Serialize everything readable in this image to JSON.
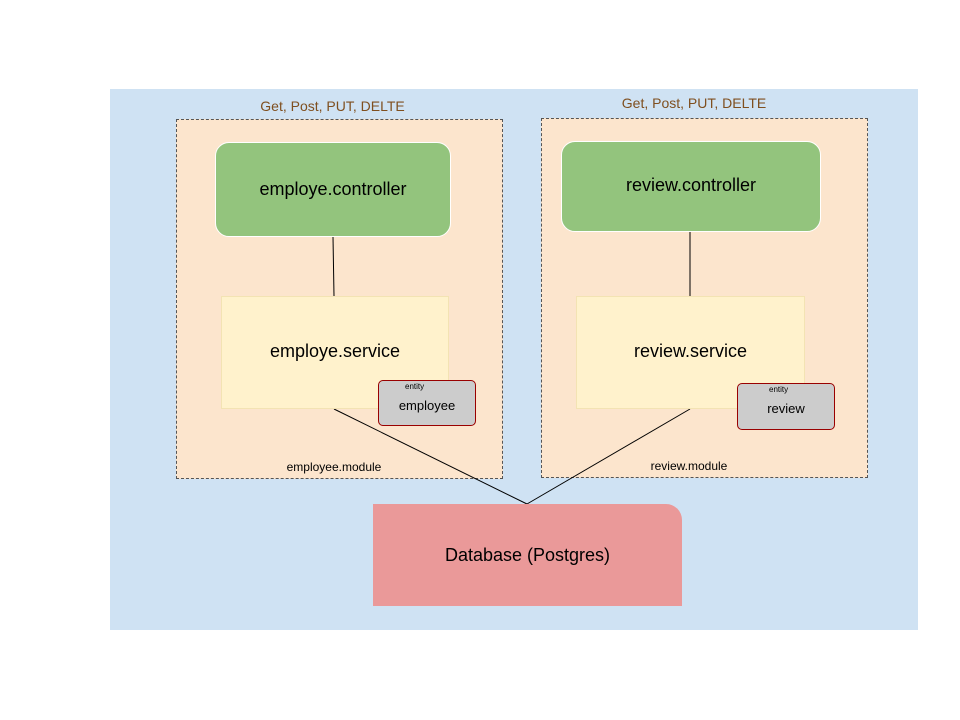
{
  "modules": [
    {
      "http_methods": "Get, Post, PUT, DELTE",
      "controller": "employe.controller",
      "service": "employe.service",
      "entity_tag": "entity",
      "entity_name": "employee",
      "module_name": "employee.module"
    },
    {
      "http_methods": "Get, Post, PUT, DELTE",
      "controller": "review.controller",
      "service": "review.service",
      "entity_tag": "entity",
      "entity_name": "review",
      "module_name": "review.module"
    }
  ],
  "database": "Database (Postgres)",
  "colors": {
    "background_panel": "#cfe2f3",
    "module_fill": "#fce5cd",
    "controller_fill": "#93c47d",
    "service_fill": "#fff2cc",
    "entity_fill": "#cccccc",
    "entity_border": "#990000",
    "database_fill": "#ea9999",
    "http_label_text": "#7f4f1f"
  }
}
